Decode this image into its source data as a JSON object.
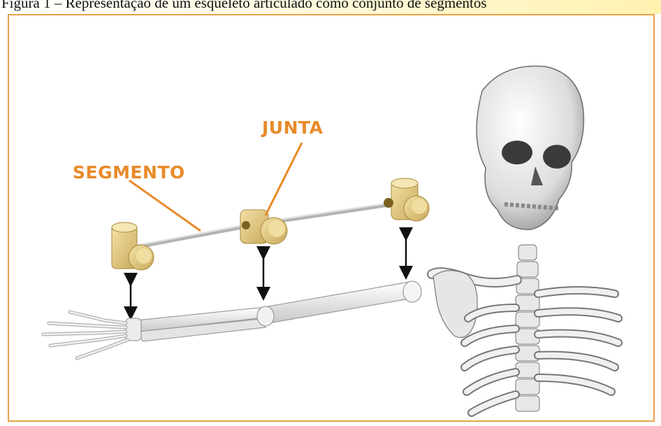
{
  "caption": {
    "text": "Figura 1 – Representação de um esqueleto articulado como conjunto de segmentos"
  },
  "labels": {
    "segment": "SEGMENTO",
    "joint": "JUNTA"
  },
  "colors": {
    "frame_border": "#e8a24a",
    "label_text": "#e88a2a",
    "joint_fill": "#e6cf8a",
    "bone_fill": "#ececec",
    "segment_rod": "#b5b5b5"
  }
}
